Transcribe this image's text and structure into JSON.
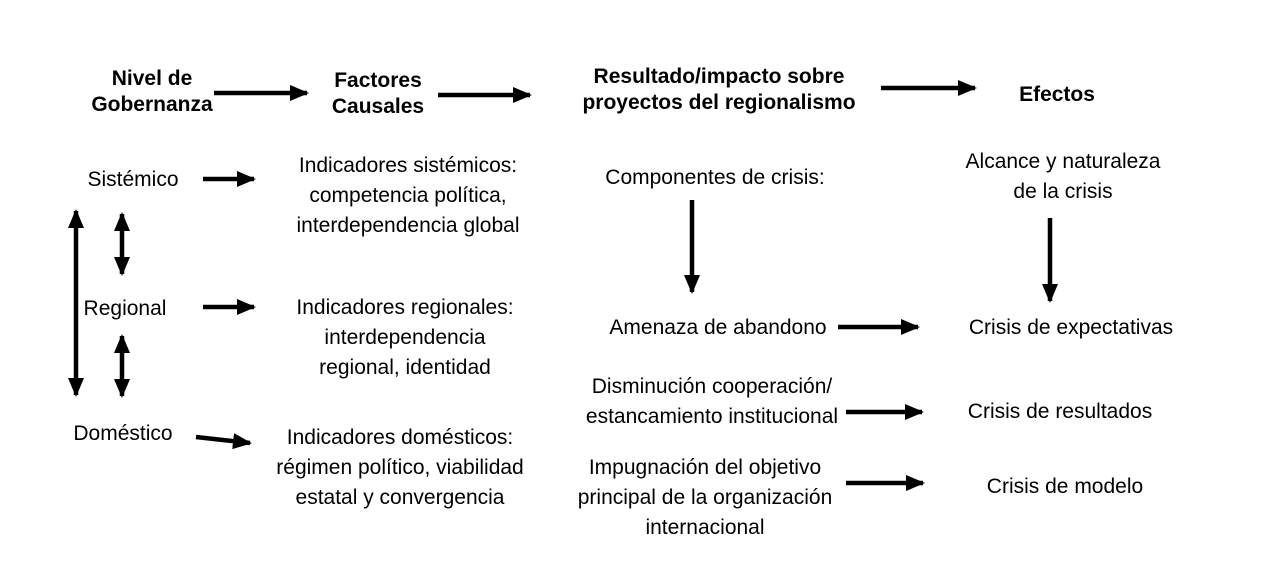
{
  "colors": {
    "background": "#ffffff",
    "text": "#000000",
    "arrow": "#000000"
  },
  "header": {
    "governance_level": "Nivel de\nGobernanza",
    "causal_factors": "Factores\nCausales",
    "result_impact": "Resultado/impacto sobre\nproyectos del regionalismo",
    "effects": "Efectos"
  },
  "governance_levels": {
    "systemic": "Sistémico",
    "regional": "Regional",
    "domestic": "Doméstico"
  },
  "indicators": {
    "systemic": "Indicadores sistémicos:\ncompetencia política,\ninterdependencia global",
    "regional": "Indicadores regionales:\ninterdependencia\nregional, identidad",
    "domestic": "Indicadores domésticos:\nrégimen político, viabilidad\nestatal y convergencia"
  },
  "results": {
    "crisis_components": "Componentes de crisis:",
    "abandonment_threat": "Amenaza de abandono",
    "cooperation_decline": "Disminución cooperación/\nestancamiento institucional",
    "objective_challenge": "Impugnación del objetivo\nprincipal de la organización\ninternacional"
  },
  "effects": {
    "crisis_scope": "Alcance y naturaleza\nde la crisis",
    "expectations_crisis": "Crisis de expectativas",
    "results_crisis": "Crisis de resultados",
    "model_crisis": "Crisis de modelo"
  }
}
